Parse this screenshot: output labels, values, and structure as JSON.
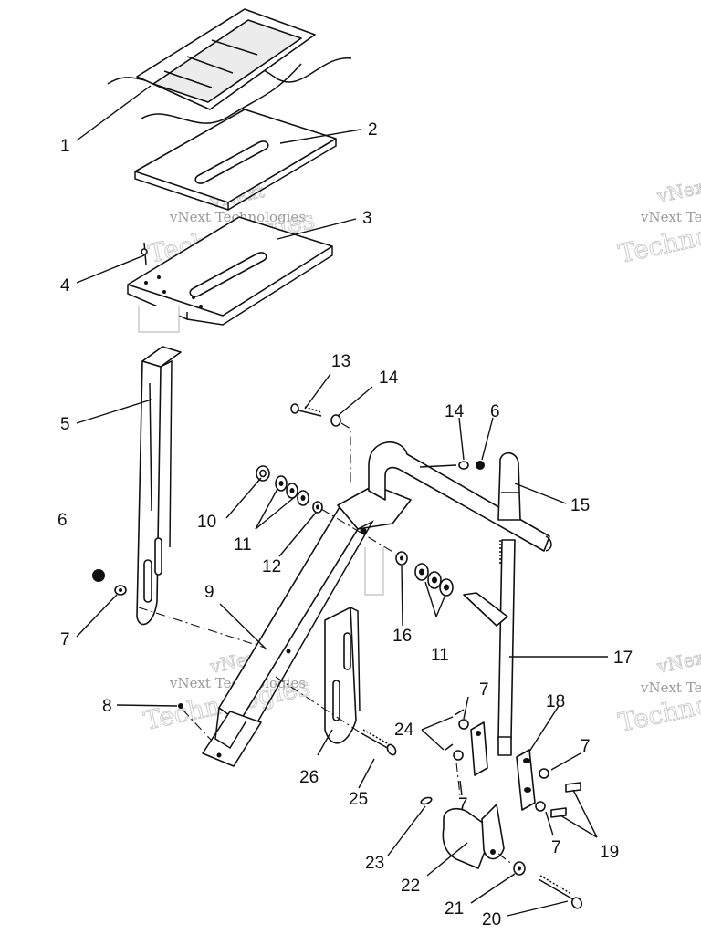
{
  "diagram": {
    "watermark": {
      "line1": "vNext",
      "line2": "vNext Technologies",
      "line3": "Technologies"
    },
    "callouts": [
      {
        "id": "c1",
        "label": "1"
      },
      {
        "id": "c2",
        "label": "2"
      },
      {
        "id": "c3",
        "label": "3"
      },
      {
        "id": "c4",
        "label": "4"
      },
      {
        "id": "c5",
        "label": "5"
      },
      {
        "id": "c6a",
        "label": "6"
      },
      {
        "id": "c6b",
        "label": "6"
      },
      {
        "id": "c7a",
        "label": "7"
      },
      {
        "id": "c7b",
        "label": "7"
      },
      {
        "id": "c7c",
        "label": "7"
      },
      {
        "id": "c7d",
        "label": "7"
      },
      {
        "id": "c7e",
        "label": "7"
      },
      {
        "id": "c8",
        "label": "8"
      },
      {
        "id": "c9",
        "label": "9"
      },
      {
        "id": "c10",
        "label": "10"
      },
      {
        "id": "c11a",
        "label": "11"
      },
      {
        "id": "c11b",
        "label": "11"
      },
      {
        "id": "c12",
        "label": "12"
      },
      {
        "id": "c13",
        "label": "13"
      },
      {
        "id": "c14a",
        "label": "14"
      },
      {
        "id": "c14b",
        "label": "14"
      },
      {
        "id": "c15",
        "label": "15"
      },
      {
        "id": "c16",
        "label": "16"
      },
      {
        "id": "c17",
        "label": "17"
      },
      {
        "id": "c18",
        "label": "18"
      },
      {
        "id": "c19",
        "label": "19"
      },
      {
        "id": "c20",
        "label": "20"
      },
      {
        "id": "c21",
        "label": "21"
      },
      {
        "id": "c22",
        "label": "22"
      },
      {
        "id": "c23",
        "label": "23"
      },
      {
        "id": "c24",
        "label": "24"
      },
      {
        "id": "c25",
        "label": "25"
      },
      {
        "id": "c26",
        "label": "26"
      }
    ]
  }
}
